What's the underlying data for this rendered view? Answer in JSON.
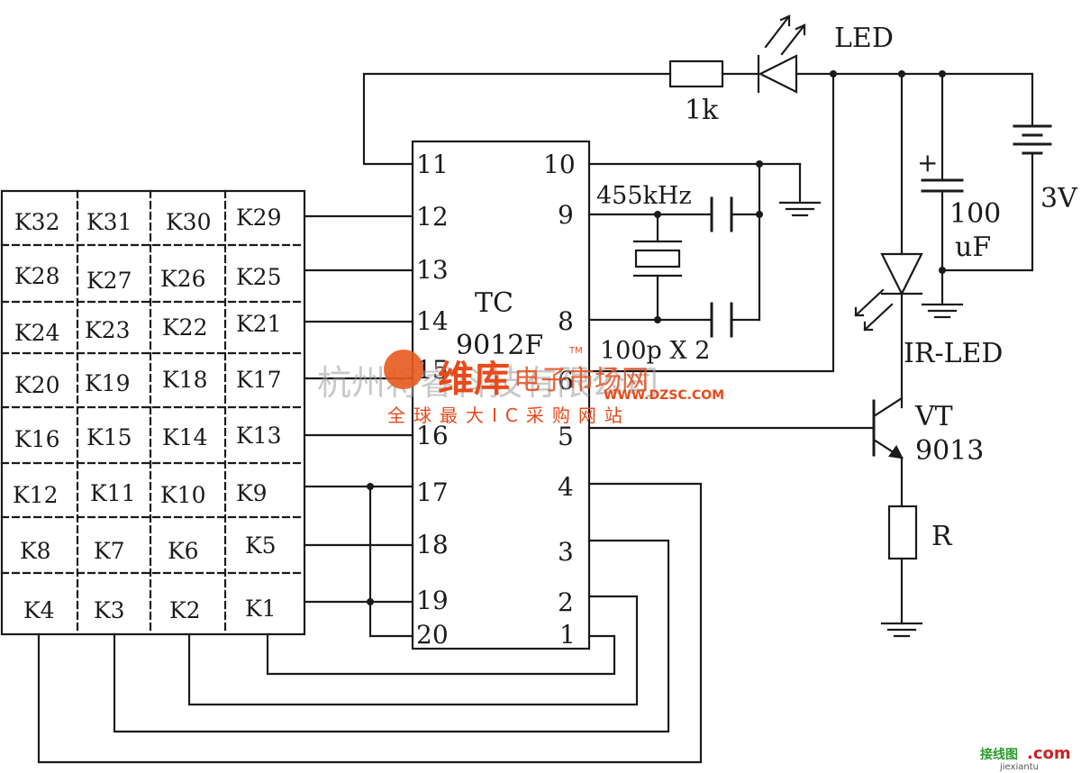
{
  "chip": {
    "name_line1": "TC",
    "name_line2": "9012F",
    "left_pins": [
      "11",
      "12",
      "13",
      "14",
      "15",
      "16",
      "17",
      "18",
      "19",
      "20"
    ],
    "right_pins": [
      "10",
      "9",
      "8",
      "6",
      "5",
      "4",
      "3",
      "2",
      "1"
    ]
  },
  "keypad": {
    "rows": [
      [
        "K32",
        "K31",
        "K30",
        "K29"
      ],
      [
        "K28",
        "K27",
        "K26",
        "K25"
      ],
      [
        "K24",
        "K23",
        "K22",
        "K21"
      ],
      [
        "K20",
        "K19",
        "K18",
        "K17"
      ],
      [
        "K16",
        "K15",
        "K14",
        "K13"
      ],
      [
        "K12",
        "K11",
        "K10",
        "K9"
      ],
      [
        "K8",
        "K7",
        "K6",
        "K5"
      ],
      [
        "K4",
        "K3",
        "K2",
        "K1"
      ]
    ]
  },
  "components": {
    "led": "LED",
    "resistor_1k": "1k",
    "battery": "3V",
    "crystal": "455kHz",
    "caps": "100p X 2",
    "elec_cap_line1": "100",
    "elec_cap_line2": "uF",
    "ir_led": "IR-LED",
    "transistor_line1": "VT",
    "transistor_line2": "9013",
    "resistor_r": "R",
    "polarity_plus": "+"
  },
  "watermark": {
    "company": "杭州将睿科技有限公司",
    "brand": "维库",
    "brand_sub": "电子市场网",
    "url": "WWW.DZSC.COM",
    "tm": "TM",
    "slogan": "全球最大IC采购网站",
    "corner_brand": "接线图",
    "corner_com": ".com",
    "corner_url": "jiexiantu"
  }
}
